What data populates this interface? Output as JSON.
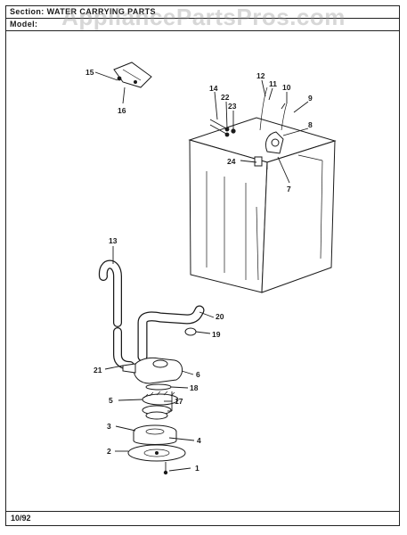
{
  "header": {
    "section_label": "Section:",
    "section_value": "WATER CARRYING PARTS",
    "model_label": "Model:"
  },
  "watermark": "AppliancePartsPros.com",
  "footer": {
    "date": "10/92"
  },
  "callouts": [
    "1",
    "2",
    "3",
    "4",
    "5",
    "6",
    "7",
    "8",
    "9",
    "10",
    "11",
    "12",
    "13",
    "14",
    "15",
    "16",
    "17",
    "18",
    "19",
    "20",
    "21",
    "22",
    "23",
    "24"
  ]
}
